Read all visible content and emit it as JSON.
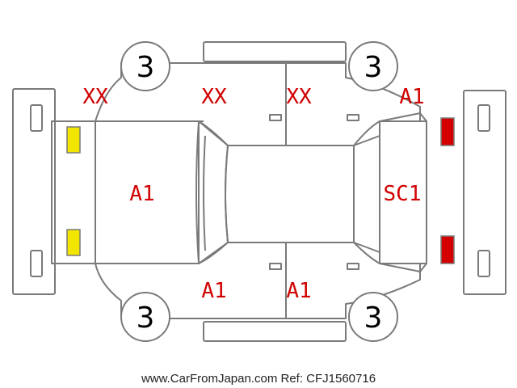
{
  "colors": {
    "outline": "#7a7a7a",
    "damage_code": "#d00000",
    "yellow_lamp": "#f2e600",
    "red_lamp": "#d40000",
    "wheel_text": "#000000"
  },
  "wheels": {
    "top_left": "3",
    "top_right": "3",
    "bottom_left": "3",
    "bottom_right": "3"
  },
  "codes": {
    "front_left_fender": "XX",
    "front_left_door": "XX",
    "rear_left_door": "XX",
    "rear_left_quarter": "A1",
    "hood": "A1",
    "tailgate": "SC1",
    "front_right_door": "A1",
    "rear_right_door": "A1"
  },
  "lamps": {
    "front": [
      "yellow-lamp",
      "yellow-lamp"
    ],
    "rear": [
      "red-lamp",
      "red-lamp"
    ]
  },
  "footer": {
    "text": "www.CarFromJapan.com Ref: CFJ1560716"
  }
}
